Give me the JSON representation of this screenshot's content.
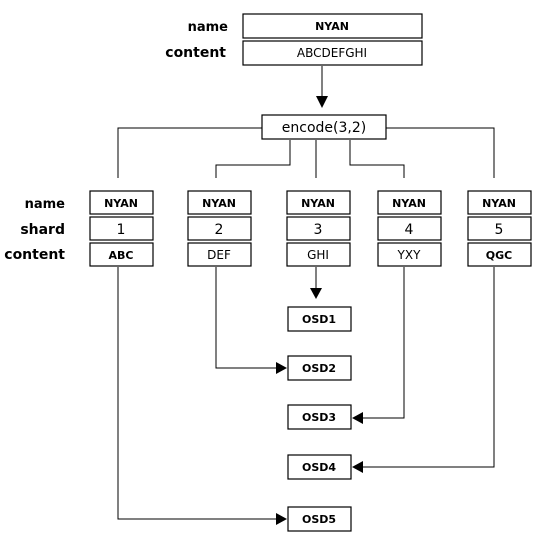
{
  "input": {
    "name_label": "name",
    "content_label": "content",
    "name": "NYAN",
    "content": "ABCDEFGHI"
  },
  "encode": {
    "label": "encode(3,2)"
  },
  "row_labels": {
    "name": "name",
    "shard": "shard",
    "content": "content"
  },
  "shards": [
    {
      "name": "NYAN",
      "shard": "1",
      "content": "ABC"
    },
    {
      "name": "NYAN",
      "shard": "2",
      "content": "DEF"
    },
    {
      "name": "NYAN",
      "shard": "3",
      "content": "GHI"
    },
    {
      "name": "NYAN",
      "shard": "4",
      "content": "YXY"
    },
    {
      "name": "NYAN",
      "shard": "5",
      "content": "QGC"
    }
  ],
  "osds": [
    "OSD1",
    "OSD2",
    "OSD3",
    "OSD4",
    "OSD5"
  ]
}
